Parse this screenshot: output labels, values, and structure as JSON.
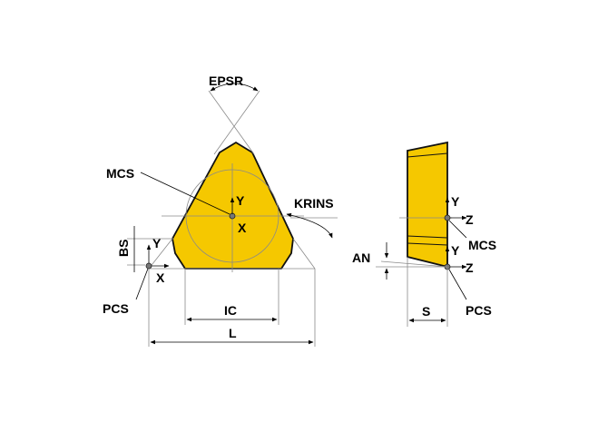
{
  "colors": {
    "insert_fill": "#F5C800",
    "outline": "#111111",
    "construction": "#8a8a8a",
    "background": "#ffffff"
  },
  "labels": {
    "epsr": "EPSR",
    "mcs_front": "MCS",
    "krins": "KRINS",
    "bs": "BS",
    "pcs_front": "PCS",
    "ic": "IC",
    "l": "L",
    "an": "AN",
    "s": "S",
    "mcs_side": "MCS",
    "pcs_side": "PCS"
  },
  "axes": {
    "front_mcs_y": "Y",
    "front_mcs_x": "X",
    "front_pcs_y": "Y",
    "front_pcs_x": "X",
    "side_mcs_y": "Y",
    "side_mcs_z": "Z",
    "side_pcs_y": "Y",
    "side_pcs_z": "Z"
  }
}
